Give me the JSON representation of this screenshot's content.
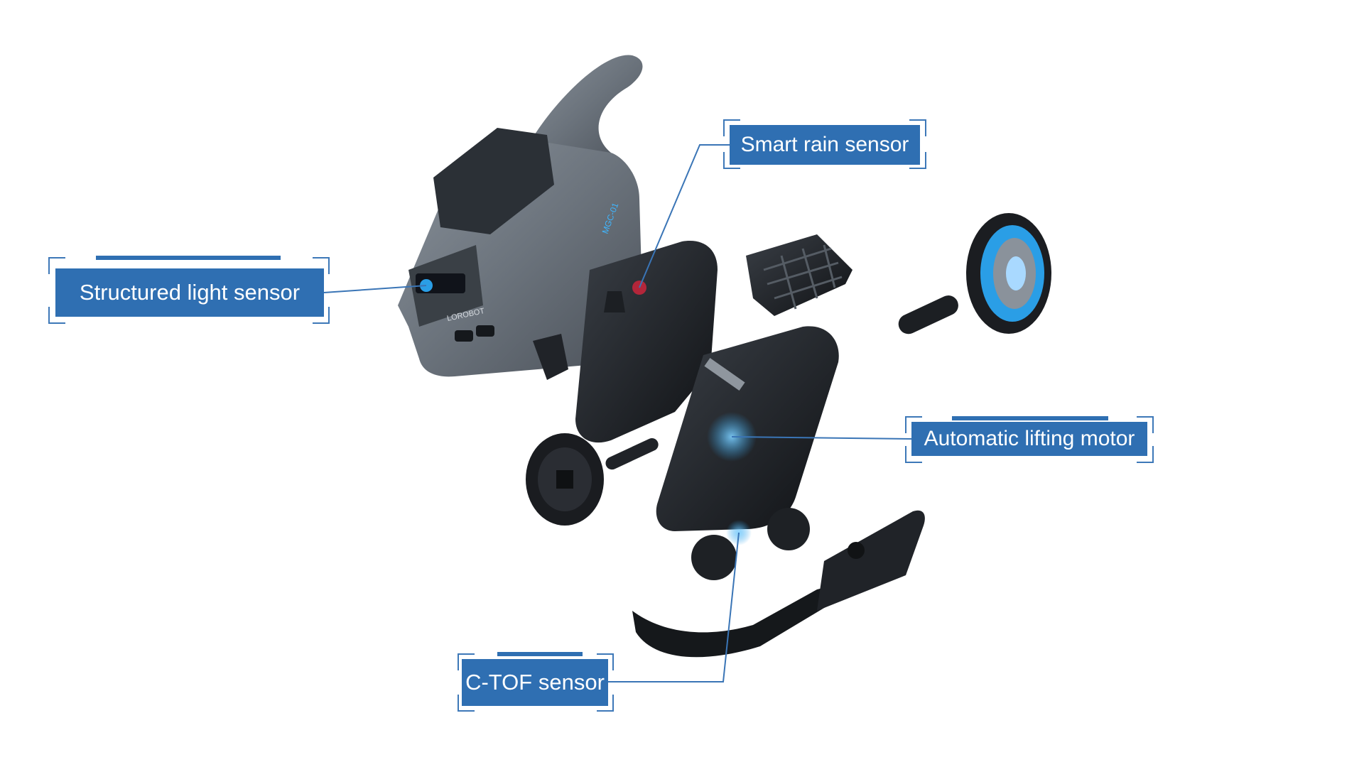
{
  "labels": {
    "structured_light_sensor": "Structured light sensor",
    "smart_rain_sensor": "Smart rain sensor",
    "automatic_lifting_motor": "Automatic lifting motor",
    "c_tof_sensor": "C-TOF sensor"
  },
  "product": {
    "brand_mark": "LOROBOT",
    "model_mark": "MGC-01"
  },
  "colors": {
    "label_background": "#2f6fb2",
    "leader_line": "#3a75b6",
    "housing_grey": "#6f7780",
    "part_black": "#1b1e22",
    "wheel_ring_blue": "#2a9ee6"
  }
}
